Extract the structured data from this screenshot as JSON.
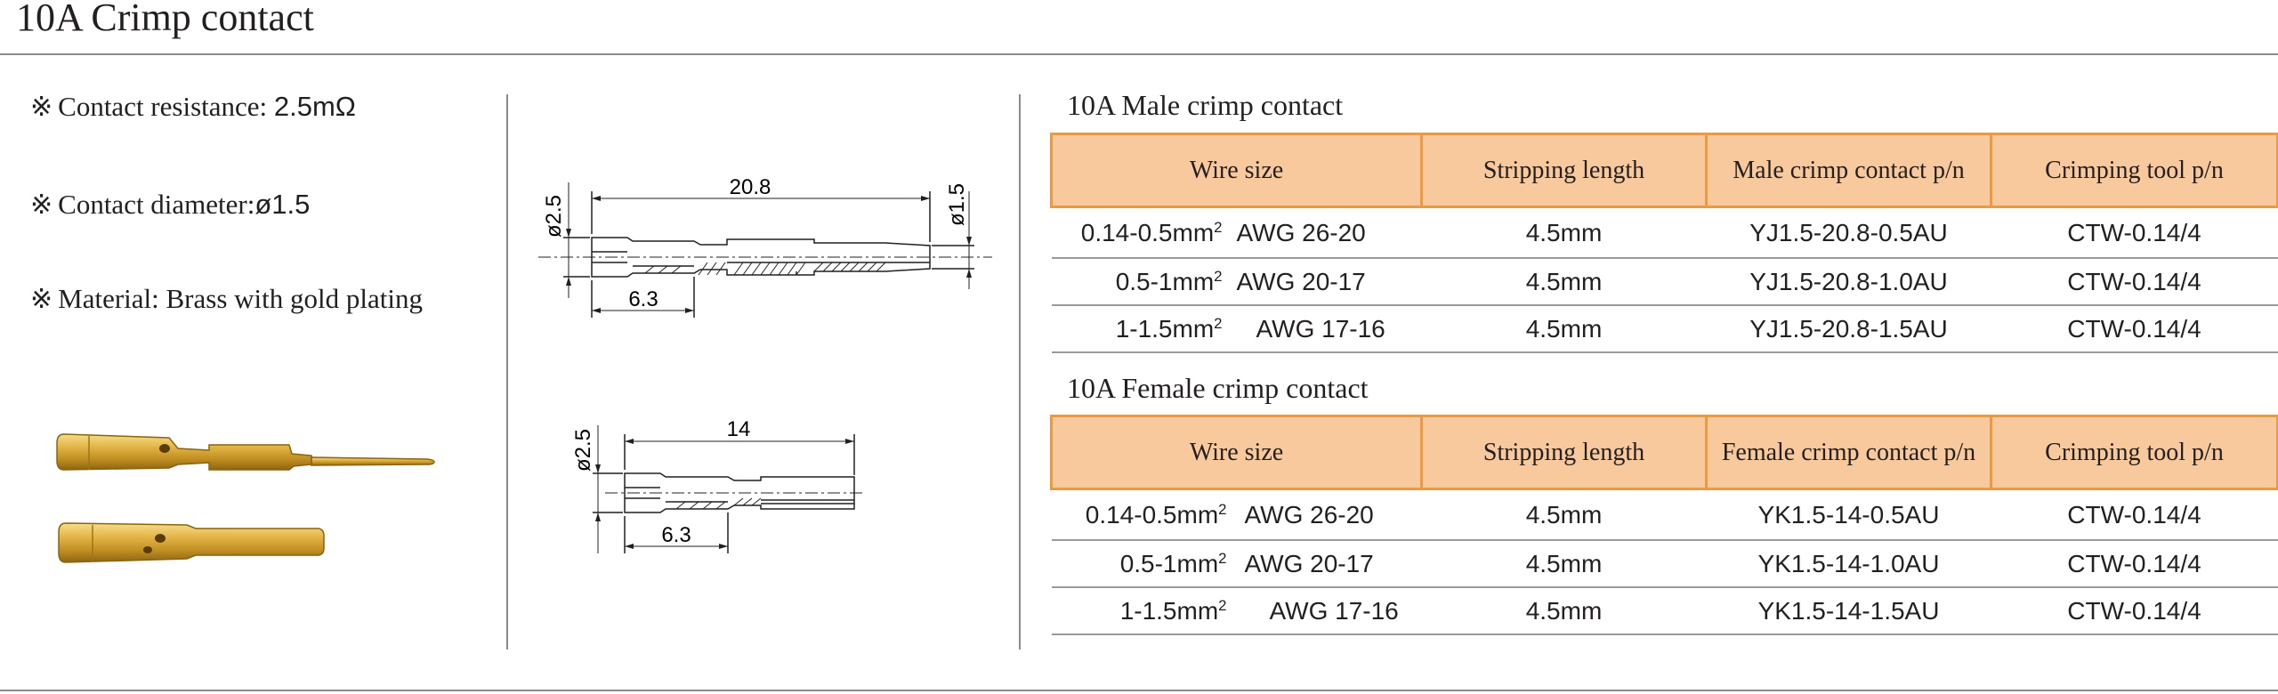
{
  "page": {
    "title": "10A Crimp contact"
  },
  "specs": [
    {
      "mark": "※",
      "label": "Contact resistance: ",
      "value": "2.5mΩ"
    },
    {
      "mark": "※",
      "label": "Contact diameter:",
      "value": "ø1.5"
    },
    {
      "mark": "※",
      "label": "Material: Brass with gold plating",
      "value": ""
    }
  ],
  "drawings": {
    "male": {
      "dia_left": "ø2.5",
      "length": "20.8",
      "dia_right": "ø1.5",
      "crimp_len": "6.3"
    },
    "female": {
      "dia_left": "ø2.5",
      "length": "14",
      "crimp_len": "6.3"
    }
  },
  "male_table": {
    "title": "10A Male crimp contact",
    "headers": [
      "Wire size",
      "Stripping  length",
      "Male crimp contact p/n",
      "Crimping tool p/n"
    ],
    "rows": [
      {
        "mm": "0.14-0.5mm",
        "sup": "2",
        "awg": "AWG 26-20",
        "strip": "4.5mm",
        "pn": "YJ1.5-20.8-0.5AU",
        "tool": "CTW-0.14/4"
      },
      {
        "mm": "0.5-1mm",
        "sup": "2",
        "awg": "AWG 20-17",
        "strip": "4.5mm",
        "pn": "YJ1.5-20.8-1.0AU",
        "tool": "CTW-0.14/4"
      },
      {
        "mm": "1-1.5mm",
        "sup": "2",
        "awg": "AWG 17-16",
        "strip": "4.5mm",
        "pn": "YJ1.5-20.8-1.5AU",
        "tool": "CTW-0.14/4"
      }
    ]
  },
  "female_table": {
    "title": "10A Female crimp contact",
    "headers": [
      "Wire size",
      "Stripping  length",
      "Female crimp contact p/n",
      "Crimping tool p/n"
    ],
    "rows": [
      {
        "mm": "0.14-0.5mm",
        "sup": "2",
        "awg": "AWG 26-20",
        "strip": "4.5mm",
        "pn": "YK1.5-14-0.5AU",
        "tool": "CTW-0.14/4"
      },
      {
        "mm": "0.5-1mm",
        "sup": "2",
        "awg": "AWG 20-17",
        "strip": "4.5mm",
        "pn": "YK1.5-14-1.0AU",
        "tool": "CTW-0.14/4"
      },
      {
        "mm": "1-1.5mm",
        "sup": "2",
        "awg": "AWG 17-16",
        "strip": "4.5mm",
        "pn": "YK1.5-14-1.5AU",
        "tool": "CTW-0.14/4"
      }
    ]
  },
  "colors": {
    "header_fill": "#f8c99c",
    "header_border": "#ec9a42",
    "gold": "#d9a834"
  }
}
